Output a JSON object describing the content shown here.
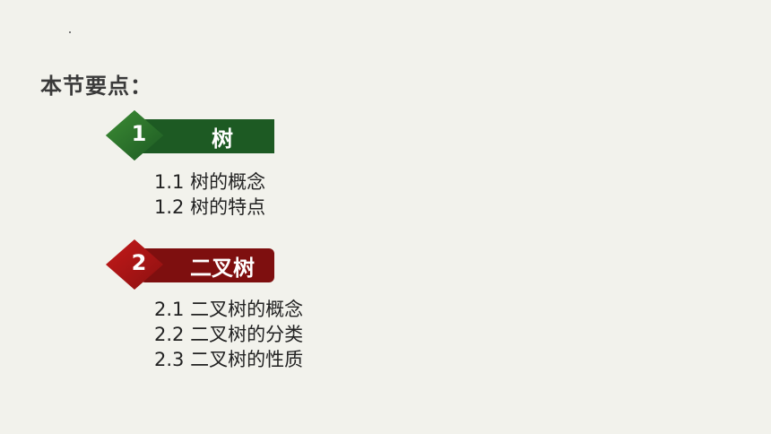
{
  "heading": "本节要点：",
  "sections": [
    {
      "number": "1",
      "title": "树",
      "color": "#1d5a23",
      "items": [
        "1.1 树的概念",
        "1.2 树的特点"
      ]
    },
    {
      "number": "2",
      "title": "二叉树",
      "color": "#8c1010",
      "items": [
        "2.1 二叉树的概念",
        "2.2 二叉树的分类",
        "2.3 二叉树的性质"
      ]
    }
  ]
}
